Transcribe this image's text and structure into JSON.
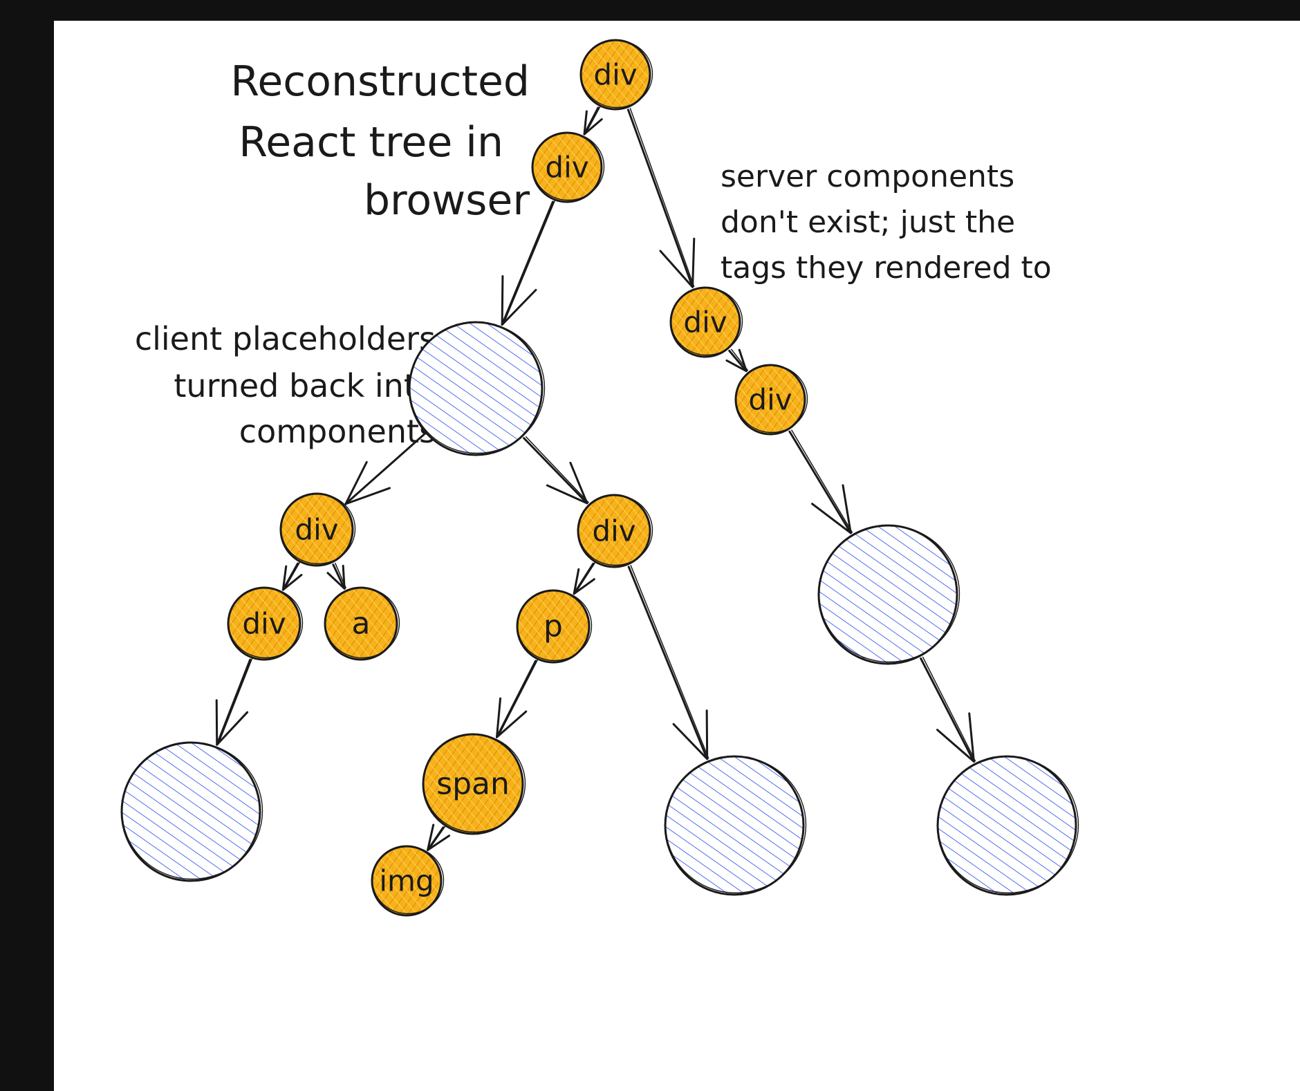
{
  "notes": {
    "title": [
      "Reconstructed",
      "React tree in",
      "browser"
    ],
    "client": [
      "client placeholders",
      "turned back into",
      "components"
    ],
    "server": [
      "server components",
      "don't exist; just the",
      "tags they rendered to"
    ]
  },
  "colors": {
    "tag_fill": "#f7b21b",
    "component_fill": "#4f6ef0",
    "stroke": "#1a1a1a",
    "background": "#ffffff",
    "frame": "#111111"
  },
  "nodes": [
    {
      "id": "n-root-div",
      "kind": "tag",
      "label": "div"
    },
    {
      "id": "n-div-2",
      "kind": "tag",
      "label": "div"
    },
    {
      "id": "n-comp-1",
      "kind": "component",
      "label": ""
    },
    {
      "id": "n-div-r1",
      "kind": "tag",
      "label": "div"
    },
    {
      "id": "n-div-r2",
      "kind": "tag",
      "label": "div"
    },
    {
      "id": "n-comp-r1",
      "kind": "component",
      "label": ""
    },
    {
      "id": "n-comp-r2",
      "kind": "component",
      "label": ""
    },
    {
      "id": "n-div-l",
      "kind": "tag",
      "label": "div"
    },
    {
      "id": "n-div-m",
      "kind": "tag",
      "label": "div"
    },
    {
      "id": "n-div-ll",
      "kind": "tag",
      "label": "div"
    },
    {
      "id": "n-a",
      "kind": "tag",
      "label": "a"
    },
    {
      "id": "n-p",
      "kind": "tag",
      "label": "p"
    },
    {
      "id": "n-span",
      "kind": "tag",
      "label": "span"
    },
    {
      "id": "n-img",
      "kind": "tag",
      "label": "img"
    },
    {
      "id": "n-comp-ll",
      "kind": "component",
      "label": ""
    },
    {
      "id": "n-comp-m",
      "kind": "component",
      "label": ""
    }
  ],
  "edges": [
    {
      "from": "n-root-div",
      "to": "n-div-2"
    },
    {
      "from": "n-root-div",
      "to": "n-div-r1"
    },
    {
      "from": "n-div-2",
      "to": "n-comp-1"
    },
    {
      "from": "n-comp-1",
      "to": "n-div-l"
    },
    {
      "from": "n-comp-1",
      "to": "n-div-m"
    },
    {
      "from": "n-div-r1",
      "to": "n-div-r2"
    },
    {
      "from": "n-div-r2",
      "to": "n-comp-r1"
    },
    {
      "from": "n-comp-r1",
      "to": "n-comp-r2"
    },
    {
      "from": "n-div-l",
      "to": "n-div-ll"
    },
    {
      "from": "n-div-l",
      "to": "n-a"
    },
    {
      "from": "n-div-ll",
      "to": "n-comp-ll"
    },
    {
      "from": "n-div-m",
      "to": "n-p"
    },
    {
      "from": "n-div-m",
      "to": "n-comp-m"
    },
    {
      "from": "n-p",
      "to": "n-span"
    },
    {
      "from": "n-span",
      "to": "n-img"
    }
  ]
}
